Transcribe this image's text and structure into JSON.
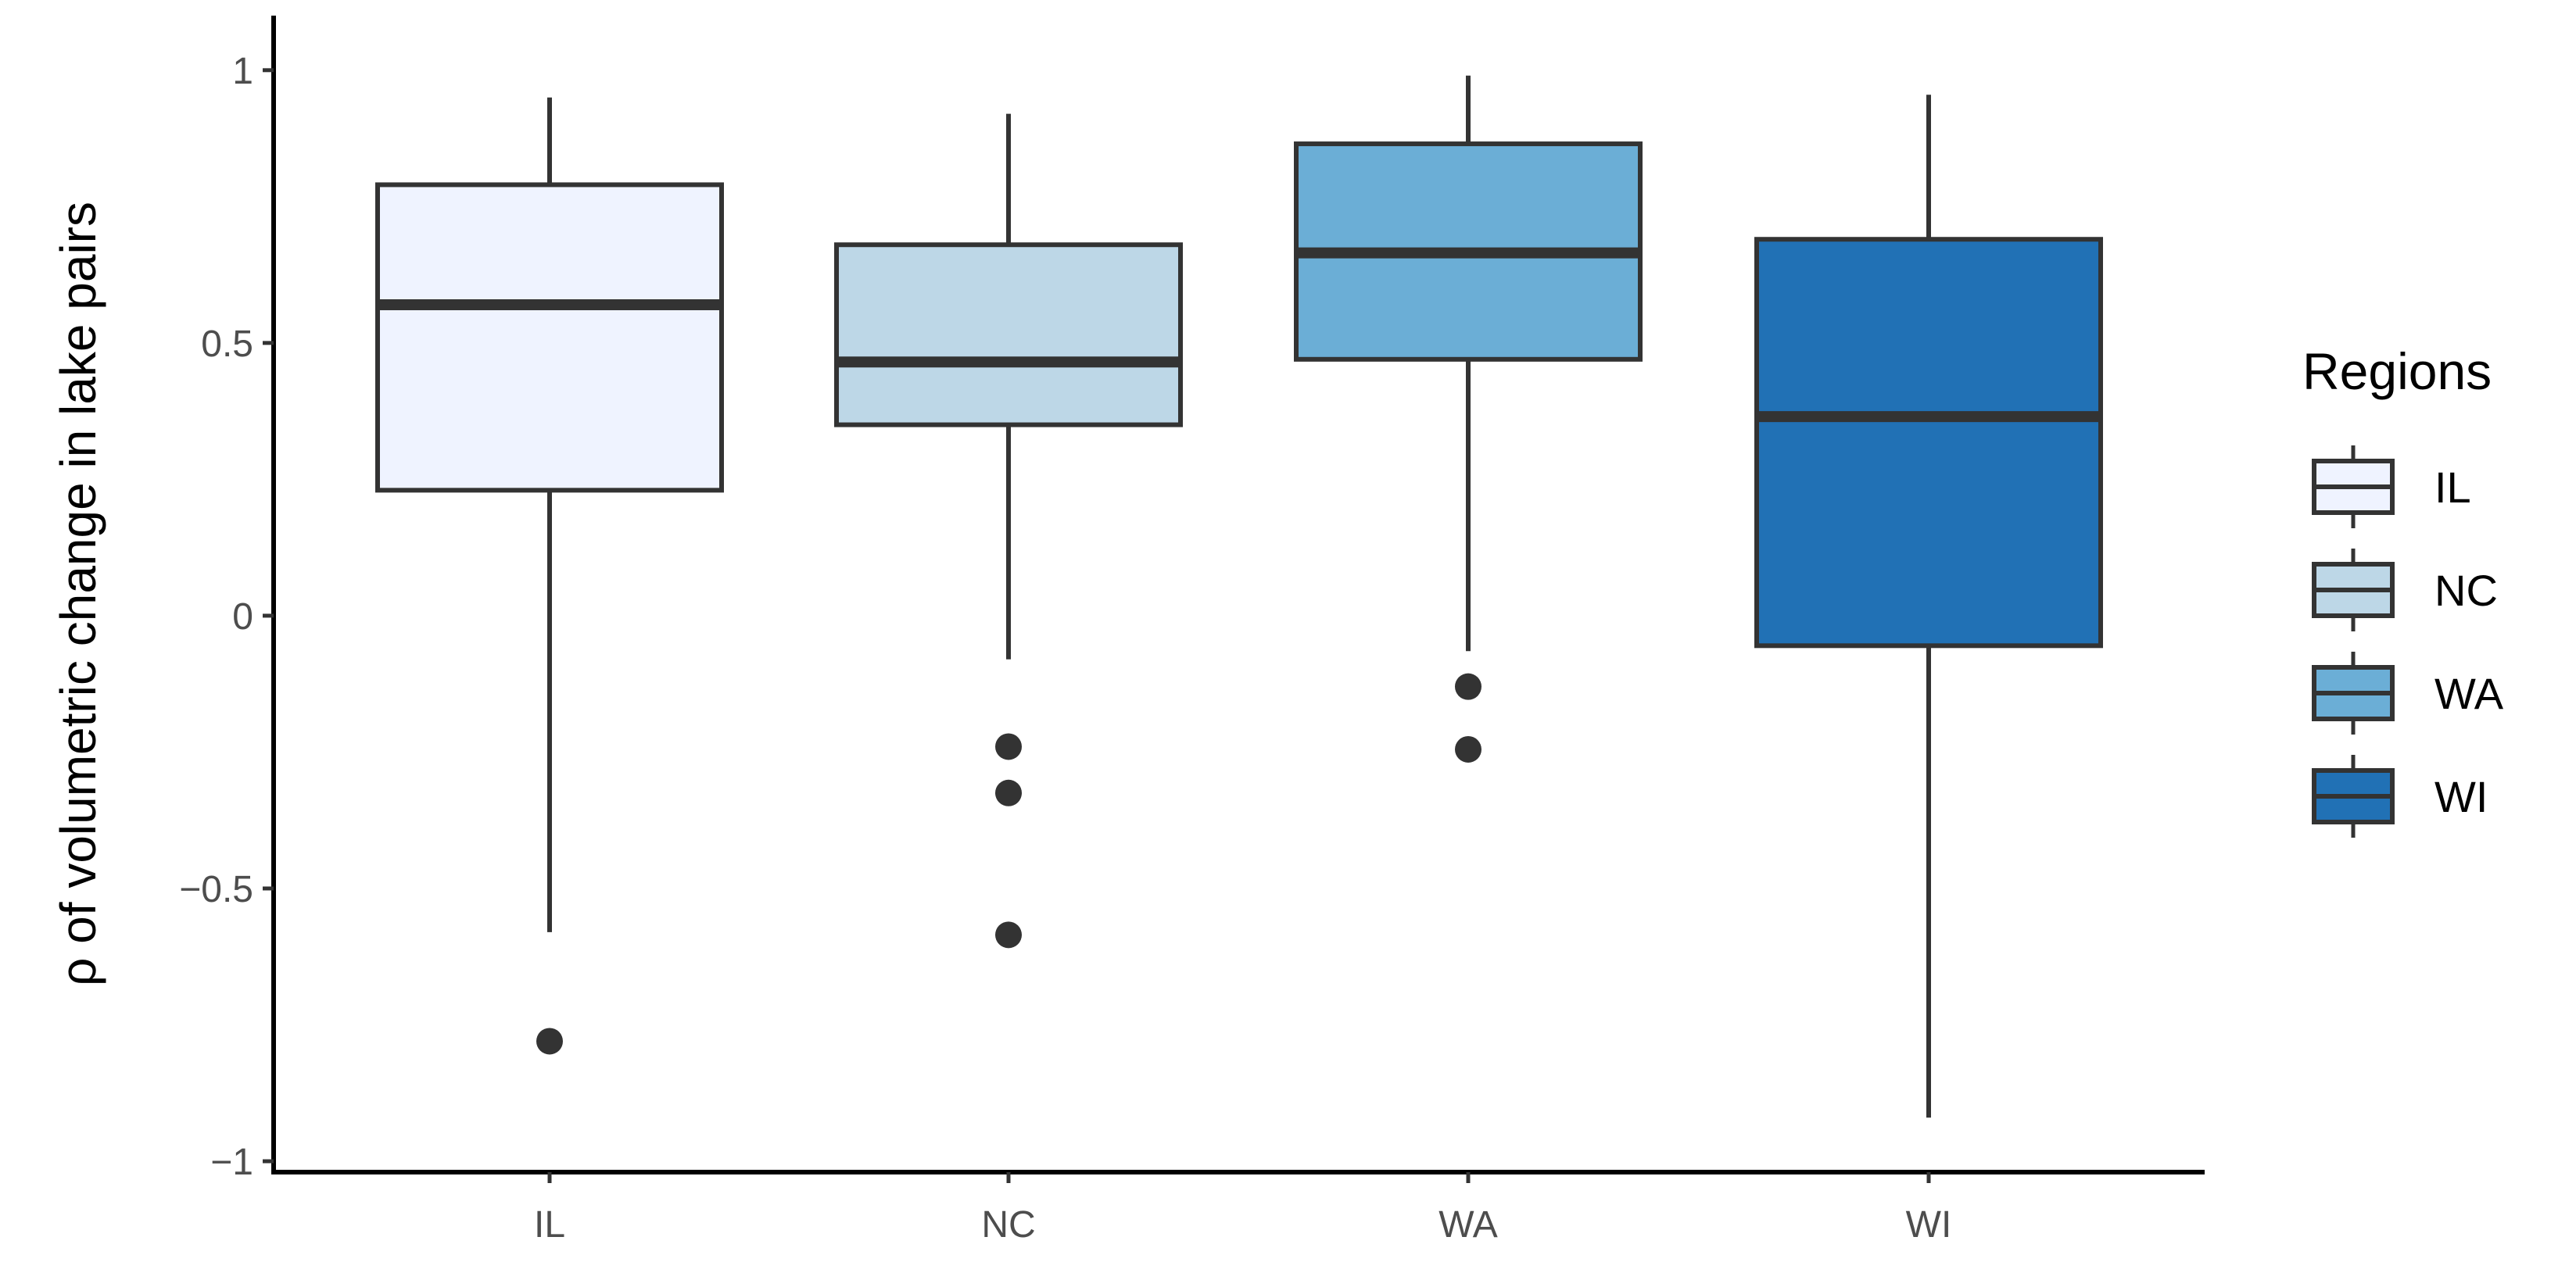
{
  "chart_data": {
    "type": "boxplot",
    "ylabel": "ρ of volumetric change in lake pairs",
    "xlabel": "",
    "categories": [
      "IL",
      "NC",
      "WA",
      "WI"
    ],
    "ylim": [
      -1.02,
      1.1
    ],
    "y_ticks": [
      -1,
      -0.5,
      0,
      0.5,
      1
    ],
    "y_tick_labels": [
      "−1",
      "−0.5",
      "0",
      "0.5",
      "1"
    ],
    "grid": false,
    "legend": {
      "title": "Regions",
      "position": "right"
    },
    "series": [
      {
        "name": "IL",
        "color": "#eff3ff",
        "whisker_low": -0.58,
        "q1": 0.23,
        "median": 0.57,
        "q3": 0.79,
        "whisker_high": 0.95,
        "outliers": [
          -0.78
        ]
      },
      {
        "name": "NC",
        "color": "#bdd7e7",
        "whisker_low": -0.08,
        "q1": 0.35,
        "median": 0.465,
        "q3": 0.68,
        "whisker_high": 0.92,
        "outliers": [
          -0.24,
          -0.325,
          -0.585
        ]
      },
      {
        "name": "WA",
        "color": "#6baed6",
        "whisker_low": -0.065,
        "q1": 0.47,
        "median": 0.665,
        "q3": 0.865,
        "whisker_high": 0.99,
        "outliers": [
          -0.13,
          -0.245
        ]
      },
      {
        "name": "WI",
        "color": "#2171b5",
        "whisker_low": -0.92,
        "q1": -0.055,
        "median": 0.365,
        "q3": 0.69,
        "whisker_high": 0.955,
        "outliers": []
      }
    ]
  }
}
